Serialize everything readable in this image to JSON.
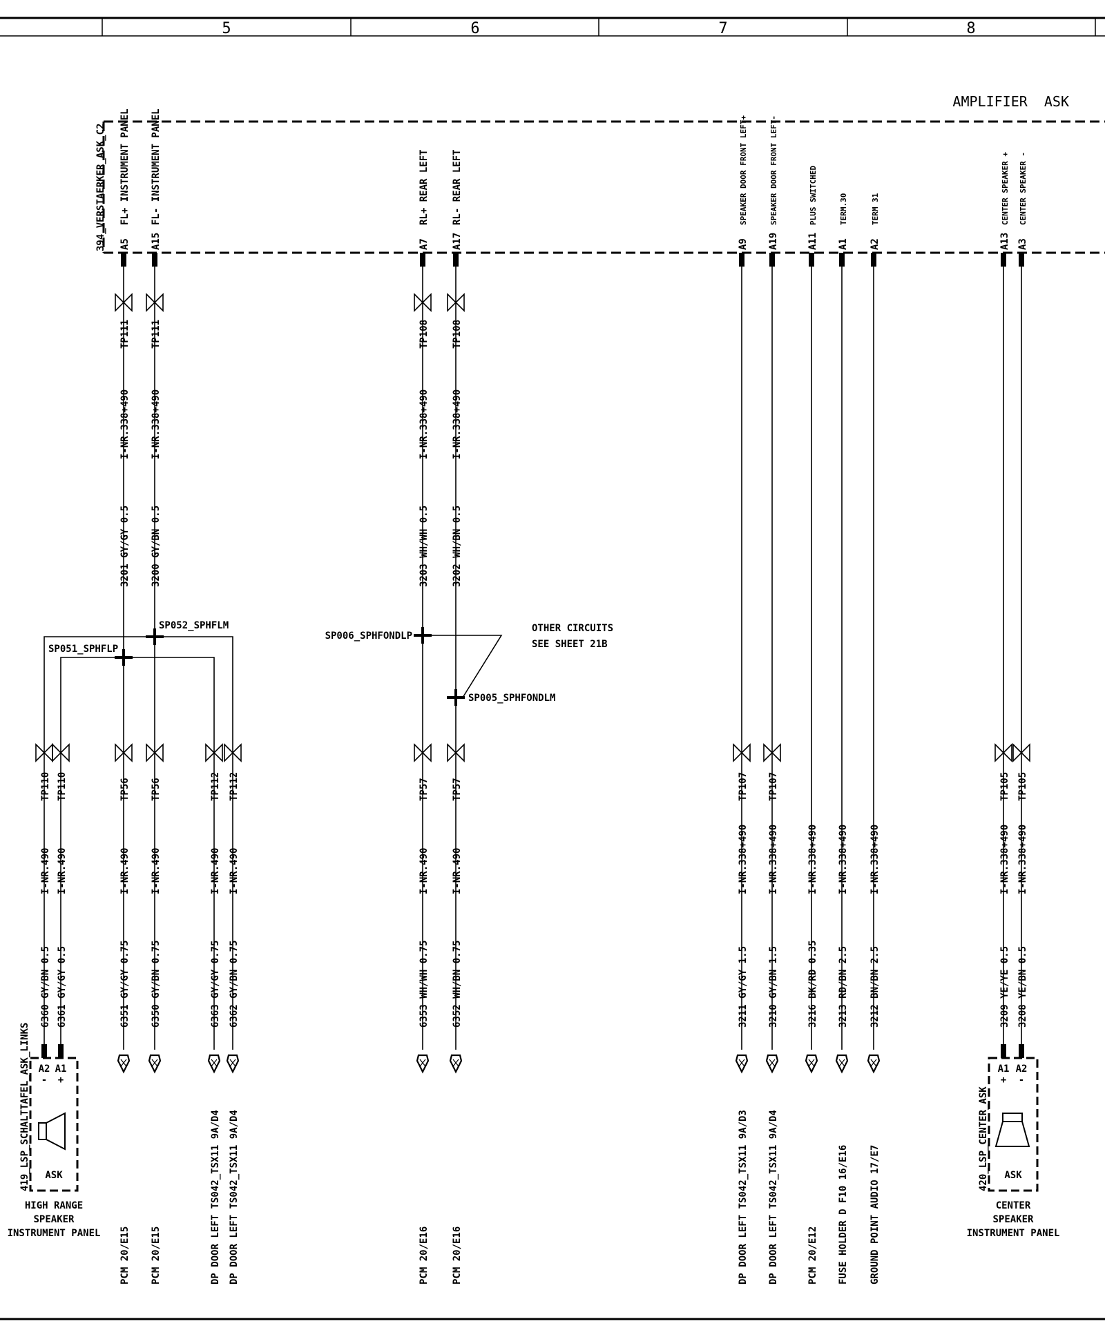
{
  "header": {
    "zones": [
      "5",
      "6",
      "7",
      "8"
    ],
    "section_title": "AMPLIFIER  ASK"
  },
  "amplifier": {
    "connector": "394_VERSTAERKER_ASK_C2",
    "pins": [
      {
        "pin": "A5",
        "label": "FL+ INSTRUMENT PANEL"
      },
      {
        "pin": "A15",
        "label": "FL- INSTRUMENT PANEL"
      },
      {
        "pin": "A7",
        "label": "RL+ REAR LEFT"
      },
      {
        "pin": "A17",
        "label": "RL- REAR LEFT"
      },
      {
        "pin": "A9",
        "label": "SPEAKER DOOR FRONT LEFT+"
      },
      {
        "pin": "A19",
        "label": "SPEAKER DOOR FRONT LEFT-"
      },
      {
        "pin": "A11",
        "label": "PLUS SWITCHED"
      },
      {
        "pin": "A1",
        "label": "TERM.30"
      },
      {
        "pin": "A2",
        "label": "TERM 31"
      },
      {
        "pin": "A13",
        "label": "CENTER SPEAKER +"
      },
      {
        "pin": "A3",
        "label": "CENTER SPEAKER -"
      }
    ]
  },
  "upper_wires": [
    {
      "tp": "TP111",
      "harness": "I-NR.338+490",
      "wire": "3201 GY/GY 0.5"
    },
    {
      "tp": "TP111",
      "harness": "I-NR.338+490",
      "wire": "3200 GY/BN 0.5"
    },
    {
      "tp": "TP108",
      "harness": "I-NR.338+490",
      "wire": "3203 WH/WH 0.5"
    },
    {
      "tp": "TP108",
      "harness": "I-NR.338+490",
      "wire": "3202 WH/BN 0.5"
    }
  ],
  "splices": {
    "sp052": "SP052_SPHFLM",
    "sp051": "SP051_SPHFLP",
    "sp006": "SP006_SPHFONDLP",
    "sp005": "SP005_SPHFONDLM",
    "note_line1": "OTHER CIRCUITS",
    "note_line2": "SEE SHEET 21B"
  },
  "lower_wires": [
    {
      "tp": "TP110",
      "harness": "I-NR.490",
      "wire": "6360 GY/BN 0.5",
      "dest": ""
    },
    {
      "tp": "TP110",
      "harness": "I-NR.490",
      "wire": "6361 GY/GY 0.5",
      "dest": ""
    },
    {
      "tp": "TP56",
      "harness": "I-NR.490",
      "wire": "6351 GY/GY 0.75",
      "dest": "PCM 20/E15"
    },
    {
      "tp": "TP56",
      "harness": "I-NR.490",
      "wire": "6350 GY/BN 0.75",
      "dest": "PCM 20/E15"
    },
    {
      "tp": "TP112",
      "harness": "I-NR.490",
      "wire": "6363 GY/GY 0.75",
      "dest": "DP DOOR LEFT TS042_TSX11  9A/D4"
    },
    {
      "tp": "TP112",
      "harness": "I-NR.490",
      "wire": "6362 GY/BN 0.75",
      "dest": "DP DOOR LEFT TS042_TSX11  9A/D4"
    },
    {
      "tp": "TP57",
      "harness": "I-NR.490",
      "wire": "6353 WH/WH 0.75",
      "dest": "PCM 20/E16"
    },
    {
      "tp": "TP57",
      "harness": "I-NR.490",
      "wire": "6352 WH/BN 0.75",
      "dest": "PCM 20/E16"
    },
    {
      "tp": "TP107",
      "harness": "I-NR.338+490",
      "wire": "3211 GY/GY 1.5",
      "dest": "DP DOOR LEFT  TS042_TSX11  9A/D3"
    },
    {
      "tp": "TP107",
      "harness": "I-NR.338+490",
      "wire": "3210 GY/BN 1.5",
      "dest": "DP DOOR LEFT  TS042_TSX11  9A/D4"
    },
    {
      "tp": "",
      "harness": "I-NR.338+490",
      "wire": "3216 BK/RD 0.35",
      "dest": "PCM 20/E12"
    },
    {
      "tp": "",
      "harness": "I-NR.338+490",
      "wire": "3213 RD/BN 2.5",
      "dest": "FUSE HOLDER D F10  16/E16"
    },
    {
      "tp": "",
      "harness": "I-NR.338+490",
      "wire": "3212 BN/BN 2.5",
      "dest": "GROUND POINT AUDIO  17/E7"
    },
    {
      "tp": "TP105",
      "harness": "I-NR.338+490",
      "wire": "3209 YE/YE 0.5",
      "dest": ""
    },
    {
      "tp": "TP105",
      "harness": "I-NR.338+490",
      "wire": "3208 YE/BN 0.5",
      "dest": ""
    }
  ],
  "speaker_left": {
    "connector": "419_LSP_SCHALTTAFEL_ASK_LINKS",
    "pins": [
      "A2",
      "A1"
    ],
    "pol": [
      "-",
      "+"
    ],
    "tag": "ASK",
    "caption": [
      "HIGH RANGE",
      "SPEAKER",
      "INSTRUMENT PANEL"
    ]
  },
  "speaker_center": {
    "connector": "420_LSP_CENTER_ASK",
    "pins": [
      "A1",
      "A2"
    ],
    "pol": [
      "+",
      "-"
    ],
    "tag": "ASK",
    "caption": [
      "CENTER",
      "SPEAKER",
      "INSTRUMENT PANEL"
    ]
  }
}
